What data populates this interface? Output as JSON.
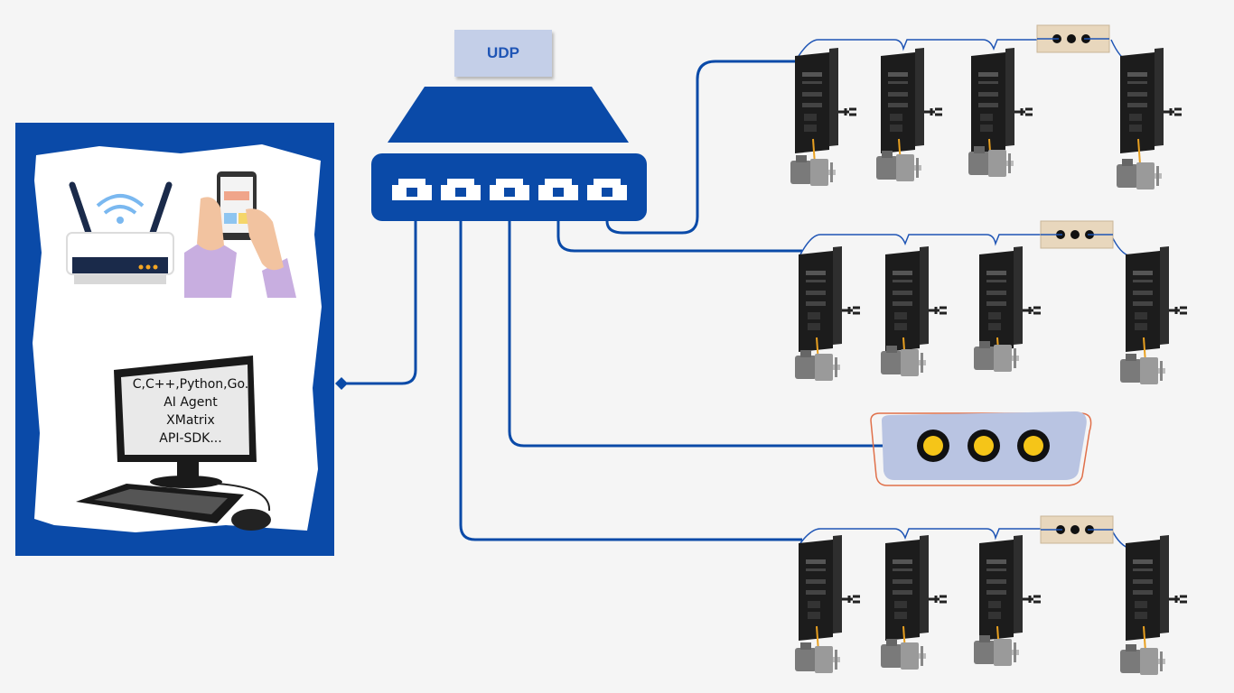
{
  "protocol_label": "UDP",
  "client_panel": {
    "code_lines": [
      "C,C++,Python,Go.",
      "AI Agent",
      "XMatrix",
      "API-SDK..."
    ]
  },
  "colors": {
    "primary_blue": "#0a4aa8",
    "light_blue": "#c4cfe8",
    "connector_yellow": "#f5c518",
    "bus_box_beige": "#e8d7bd",
    "drive_black": "#1c1c1c",
    "motor_gray": "#8a8a8a"
  },
  "icons": [
    "wifi-router-icon",
    "smartphone-icon",
    "computer-monitor-icon",
    "keyboard-icon",
    "mouse-icon",
    "network-switch-icon",
    "servo-drive-icon",
    "servo-motor-icon",
    "connector-icon"
  ],
  "axis_rows": [
    {
      "drives": 4,
      "has_ellipsis": true
    },
    {
      "drives": 4,
      "has_ellipsis": true
    },
    {
      "drives": 4,
      "has_ellipsis": true
    }
  ],
  "io_module": {
    "ports": 3
  }
}
